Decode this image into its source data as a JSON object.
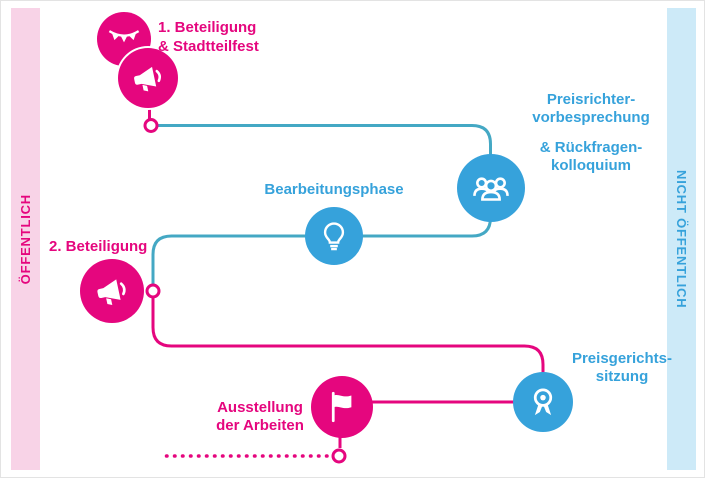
{
  "colors": {
    "pink": "#e5067e",
    "blue": "#36a2db",
    "teal": "#44a8c4",
    "pink-band": "#f8d3e7",
    "blue-band": "#cdeaf8"
  },
  "bands": {
    "left_label": "ÖFFENTLICH",
    "right_label": "NICHT ÖFFENTLICH"
  },
  "steps": {
    "beteiligung1": {
      "lines": [
        "1. Beteiligung",
        "& Stadtteilfest"
      ],
      "icons": [
        "bunting-icon",
        "megaphone-icon"
      ]
    },
    "preisrichter": {
      "lines": [
        "Preisrichter-",
        "vorbesprechung",
        "& Rückfragen-",
        "kolloquium"
      ],
      "icon": "jury-people-icon"
    },
    "bearbeitungsphase": {
      "label": "Bearbeitungsphase",
      "icon": "lightbulb-icon"
    },
    "beteiligung2": {
      "label": "2. Beteiligung",
      "icon": "megaphone-icon"
    },
    "preisgericht": {
      "lines": [
        "Preisgerichts-",
        "sitzung"
      ],
      "icon": "award-medal-icon"
    },
    "ausstellung": {
      "lines": [
        "Ausstellung",
        "der Arbeiten"
      ],
      "icon": "flag-icon"
    }
  }
}
